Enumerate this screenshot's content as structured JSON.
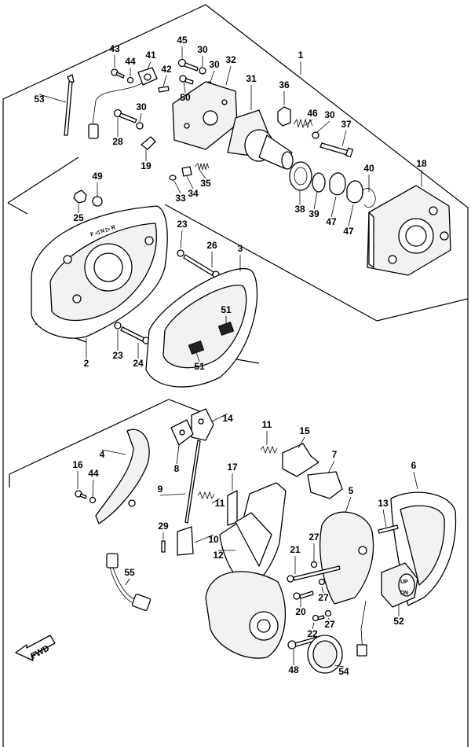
{
  "callouts": [
    {
      "id": "c1",
      "label": "1"
    },
    {
      "id": "c2",
      "label": "2"
    },
    {
      "id": "c3",
      "label": "3"
    },
    {
      "id": "c4",
      "label": "4"
    },
    {
      "id": "c5",
      "label": "5"
    },
    {
      "id": "c6",
      "label": "6"
    },
    {
      "id": "c7",
      "label": "7"
    },
    {
      "id": "c8",
      "label": "8"
    },
    {
      "id": "c9",
      "label": "9"
    },
    {
      "id": "c10",
      "label": "10"
    },
    {
      "id": "c11a",
      "label": "11"
    },
    {
      "id": "c11b",
      "label": "11"
    },
    {
      "id": "c12",
      "label": "12"
    },
    {
      "id": "c13",
      "label": "13"
    },
    {
      "id": "c14",
      "label": "14"
    },
    {
      "id": "c15",
      "label": "15"
    },
    {
      "id": "c16",
      "label": "16"
    },
    {
      "id": "c17",
      "label": "17"
    },
    {
      "id": "c18",
      "label": "18"
    },
    {
      "id": "c19",
      "label": "19"
    },
    {
      "id": "c20",
      "label": "20"
    },
    {
      "id": "c21",
      "label": "21"
    },
    {
      "id": "c22",
      "label": "22"
    },
    {
      "id": "c23a",
      "label": "23"
    },
    {
      "id": "c23b",
      "label": "23"
    },
    {
      "id": "c24",
      "label": "24"
    },
    {
      "id": "c25",
      "label": "25"
    },
    {
      "id": "c26",
      "label": "26"
    },
    {
      "id": "c27a",
      "label": "27"
    },
    {
      "id": "c27b",
      "label": "27"
    },
    {
      "id": "c27c",
      "label": "27"
    },
    {
      "id": "c28",
      "label": "28"
    },
    {
      "id": "c29",
      "label": "29"
    },
    {
      "id": "c30a",
      "label": "30"
    },
    {
      "id": "c30b",
      "label": "30"
    },
    {
      "id": "c30c",
      "label": "30"
    },
    {
      "id": "c30d",
      "label": "30"
    },
    {
      "id": "c31",
      "label": "31"
    },
    {
      "id": "c32",
      "label": "32"
    },
    {
      "id": "c33",
      "label": "33"
    },
    {
      "id": "c34",
      "label": "34"
    },
    {
      "id": "c35",
      "label": "35"
    },
    {
      "id": "c36",
      "label": "36"
    },
    {
      "id": "c37",
      "label": "37"
    },
    {
      "id": "c38",
      "label": "38"
    },
    {
      "id": "c39",
      "label": "39"
    },
    {
      "id": "c40",
      "label": "40"
    },
    {
      "id": "c41",
      "label": "41"
    },
    {
      "id": "c42",
      "label": "42"
    },
    {
      "id": "c43",
      "label": "43"
    },
    {
      "id": "c44a",
      "label": "44"
    },
    {
      "id": "c44b",
      "label": "44"
    },
    {
      "id": "c45",
      "label": "45"
    },
    {
      "id": "c46",
      "label": "46"
    },
    {
      "id": "c47a",
      "label": "47"
    },
    {
      "id": "c47b",
      "label": "47"
    },
    {
      "id": "c48",
      "label": "48"
    },
    {
      "id": "c49",
      "label": "49"
    },
    {
      "id": "c50",
      "label": "50"
    },
    {
      "id": "c51a",
      "label": "51"
    },
    {
      "id": "c51b",
      "label": "51"
    },
    {
      "id": "c52",
      "label": "52"
    },
    {
      "id": "c53",
      "label": "53"
    },
    {
      "id": "c54",
      "label": "54"
    },
    {
      "id": "c55",
      "label": "55"
    }
  ],
  "direction_marker": {
    "label": "FWD"
  },
  "cover_marking": {
    "label": "F ◁ N ▷ R"
  },
  "switch_marking": {
    "up": "UP",
    "dn": "DN"
  }
}
